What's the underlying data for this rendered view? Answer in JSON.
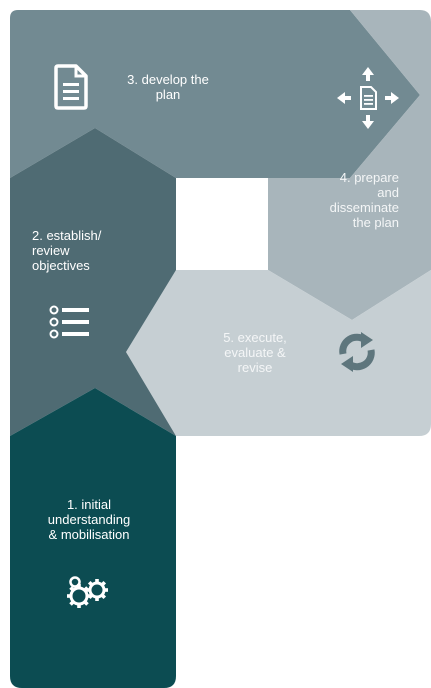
{
  "steps": [
    {
      "number": "1",
      "label": "1. initial\nunderstanding\n& mobilisation",
      "icon": "gears-icon",
      "color": "#0c4c52"
    },
    {
      "number": "2",
      "label": "2. establish/\nreview\nobjectives",
      "icon": "checklist-icon",
      "color": "#4f6b73"
    },
    {
      "number": "3",
      "label": "3. develop the\nplan",
      "icon": "document-icon",
      "color": "#728a92"
    },
    {
      "number": "4",
      "label": "4. prepare\nand\ndisseminate\nthe plan",
      "icon": "document-arrows-icon",
      "color": "#a8b5bb"
    },
    {
      "number": "5",
      "label": "5. execute,\nevaluate &\nrevise",
      "icon": "refresh-cycle-icon",
      "color": "#c6cfd3"
    }
  ],
  "colors": {
    "step1": "#0c4c52",
    "step2": "#4f6b73",
    "step3": "#728a92",
    "step4": "#a8b5bb",
    "step5": "#c6cfd3",
    "icon_dark": "#5e767d",
    "text_light": "#ffffff"
  }
}
